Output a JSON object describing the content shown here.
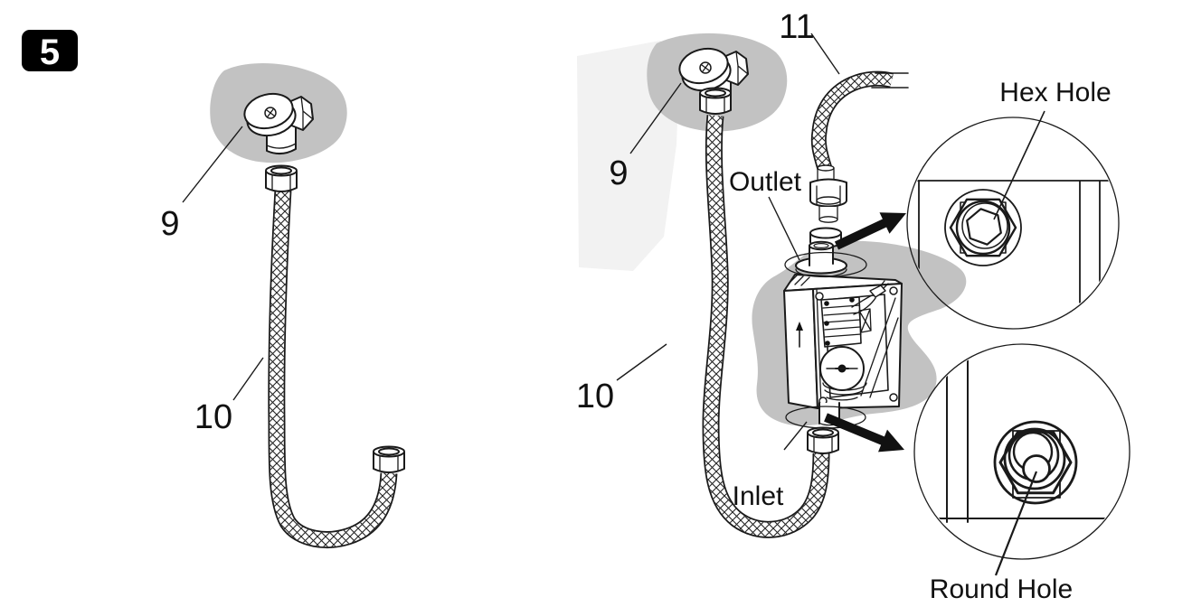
{
  "step_badge": {
    "number": "5"
  },
  "left_panel": {
    "part9_label": "9",
    "hose10_label": "10"
  },
  "right_panel": {
    "part9_label": "9",
    "hose10_label": "10",
    "hose11_label": "11",
    "outlet_label": "Outlet",
    "inlet_label": "Inlet"
  },
  "details": {
    "hex_hole_label": "Hex Hole",
    "round_hole_label": "Round Hole"
  },
  "colors": {
    "line": "#1a1a1a",
    "blob": "#c2c2c2",
    "light_blob": "#f2f2f2",
    "badge_bg": "#000000",
    "badge_text": "#ffffff",
    "arrow": "#111111"
  }
}
